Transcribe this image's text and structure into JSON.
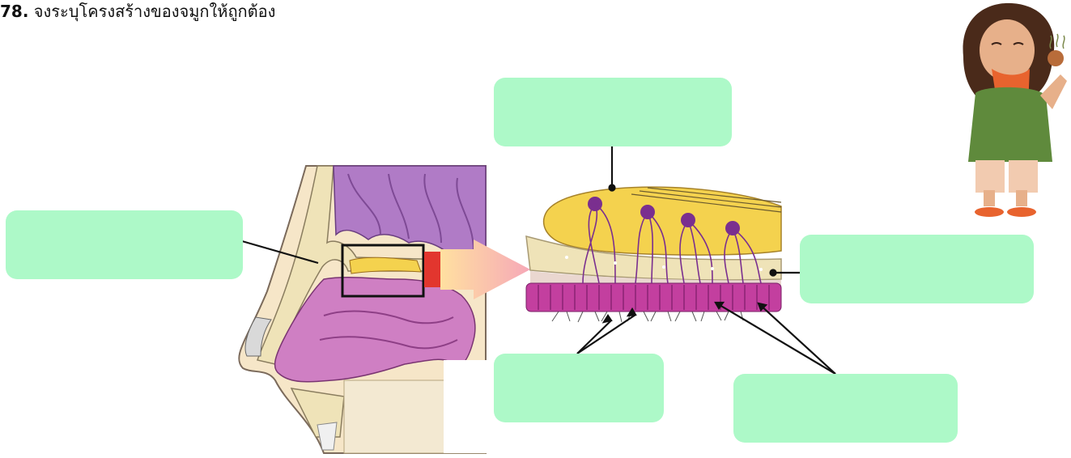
{
  "question": {
    "number": "78.",
    "text": "จงระบุโครงสร้างของจมูกให้ถูกต้อง"
  },
  "answer_boxes": [
    {
      "id": "top-center",
      "text": ""
    },
    {
      "id": "left",
      "text": ""
    },
    {
      "id": "right",
      "text": ""
    },
    {
      "id": "bottom-center",
      "text": ""
    },
    {
      "id": "bottom-right",
      "text": ""
    }
  ],
  "colors": {
    "answer_box": "#adf9c8",
    "line": "#111111",
    "brain": "#b07bc6",
    "nasal_cavity": "#cf7fc3",
    "bone": "#efe3b8",
    "mucus_layer": "#f4d24e",
    "receptor_cell": "#7a2f8f",
    "epithelium": "#c33f9f",
    "arrow": "#f8c98b"
  }
}
